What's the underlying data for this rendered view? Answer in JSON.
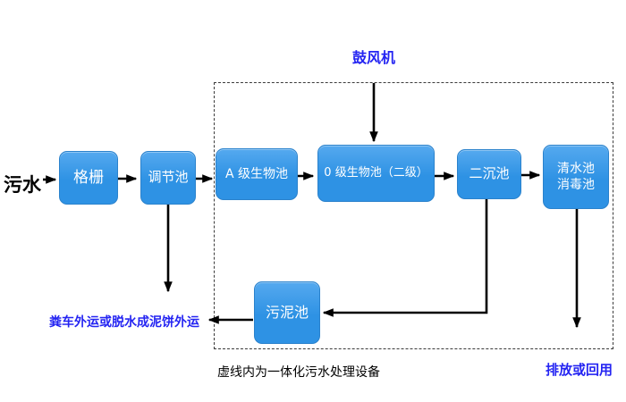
{
  "labels": {
    "inflow": "污水",
    "blower": "鼓风机",
    "sludge_disposal": "粪车外运或脱水成泥饼外运",
    "boundary_caption": "虚线内为一体化污水处理设备",
    "outflow": "排放或回用"
  },
  "nodes": [
    {
      "id": "grid",
      "label": "格栅"
    },
    {
      "id": "regulating-tank",
      "label": "调节池"
    },
    {
      "id": "a-level-bio-tank",
      "label": "A 级生物池"
    },
    {
      "id": "o-level-bio-tank",
      "label": "0 级生物池（二级）"
    },
    {
      "id": "secondary-sedimentation-tank",
      "label": "二沉池"
    },
    {
      "id": "clear-water-disinfection-tank",
      "line1": "清水池",
      "line2": "消毒池"
    },
    {
      "id": "sludge-tank",
      "label": "污泥池"
    }
  ],
  "edges": [
    {
      "from": "inflow",
      "to": "grid"
    },
    {
      "from": "grid",
      "to": "regulating-tank"
    },
    {
      "from": "regulating-tank",
      "to": "a-level-bio-tank"
    },
    {
      "from": "a-level-bio-tank",
      "to": "o-level-bio-tank"
    },
    {
      "from": "o-level-bio-tank",
      "to": "secondary-sedimentation-tank"
    },
    {
      "from": "secondary-sedimentation-tank",
      "to": "clear-water-disinfection-tank"
    },
    {
      "from": "blower",
      "to": "o-level-bio-tank"
    },
    {
      "from": "regulating-tank",
      "to": "sludge_disposal"
    },
    {
      "from": "secondary-sedimentation-tank",
      "to": "sludge-tank"
    },
    {
      "from": "sludge-tank",
      "to": "sludge_disposal"
    },
    {
      "from": "clear-water-disinfection-tank",
      "to": "outflow"
    }
  ],
  "colors": {
    "node_fill_top": "#55a9ef",
    "node_fill_bottom": "#2e92e4",
    "node_border": "#2b82cc",
    "node_text": "#ffffff",
    "accent_text": "#2424f2",
    "plain_text": "#000000",
    "arrow": "#000000",
    "background": "#ffffff"
  }
}
